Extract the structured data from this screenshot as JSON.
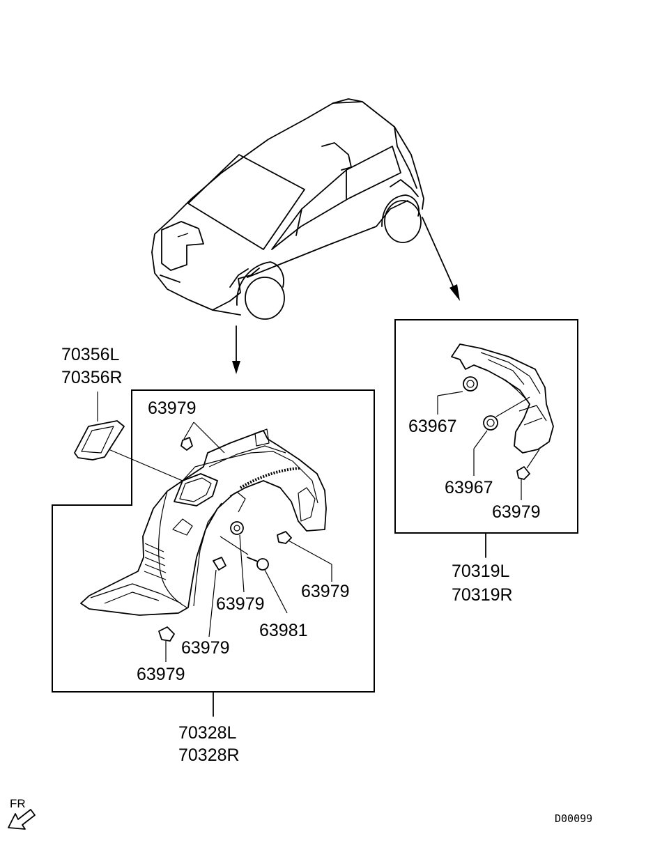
{
  "diagram": {
    "drawing_code": "D00099",
    "front_indicator": "FR",
    "labels": {
      "cover_l": "70356L",
      "cover_r": "70356R",
      "front_liner_l": "70328L",
      "front_liner_r": "70328R",
      "rear_liner_l": "70319L",
      "rear_liner_r": "70319R",
      "clip_top": "63979",
      "clip_right": "63979",
      "clip_mid": "63979",
      "clip_low": "63979",
      "clip_bottom": "63979",
      "screw": "63981",
      "rear_nut_1": "63967",
      "rear_nut_2": "63967",
      "rear_clip": "63979"
    }
  }
}
